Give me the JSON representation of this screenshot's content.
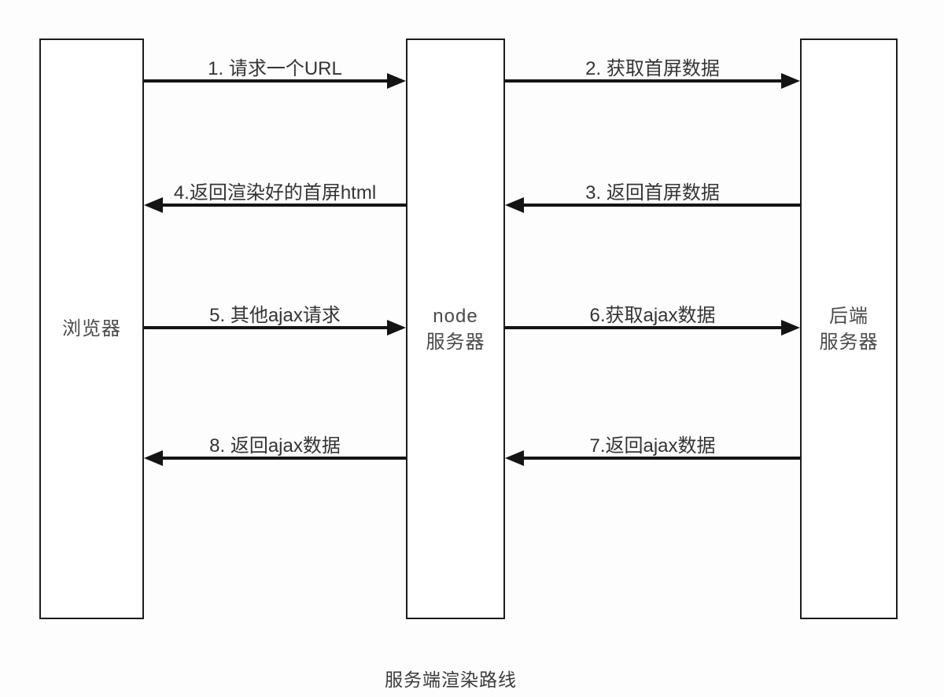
{
  "caption": "服务端渲染路线",
  "nodes": [
    {
      "id": "browser",
      "lines": [
        "浏览器"
      ]
    },
    {
      "id": "node-server",
      "lines": [
        "node",
        "服务器"
      ]
    },
    {
      "id": "backend-server",
      "lines": [
        "后端",
        "服务器"
      ]
    }
  ],
  "arrows": [
    {
      "label": "1. 请求一个URL",
      "from": "browser",
      "to": "node-server",
      "direction": "right"
    },
    {
      "label": "2. 获取首屏数据",
      "from": "node-server",
      "to": "backend-server",
      "direction": "right"
    },
    {
      "label": "3. 返回首屏数据",
      "from": "backend-server",
      "to": "node-server",
      "direction": "left"
    },
    {
      "label": "4.返回渲染好的首屏html",
      "from": "node-server",
      "to": "browser",
      "direction": "left"
    },
    {
      "label": "5. 其他ajax请求",
      "from": "browser",
      "to": "node-server",
      "direction": "right"
    },
    {
      "label": "6.获取ajax数据",
      "num": "6.",
      "rest": "获取ajax数据",
      "from": "node-server",
      "to": "backend-server",
      "direction": "right",
      "spellcheck_underline_under": "6."
    },
    {
      "label": "7.返回ajax数据",
      "from": "backend-server",
      "to": "node-server",
      "direction": "left"
    },
    {
      "label": "8. 返回ajax数据",
      "from": "node-server",
      "to": "browser",
      "direction": "left"
    }
  ],
  "colors": {
    "line": "#141414",
    "box_border": "#1c1c1c",
    "box_fill": "#ffffff",
    "text": "#343434",
    "background": "#fdfdfd",
    "spellcheck_underline": "#d93a2b"
  }
}
